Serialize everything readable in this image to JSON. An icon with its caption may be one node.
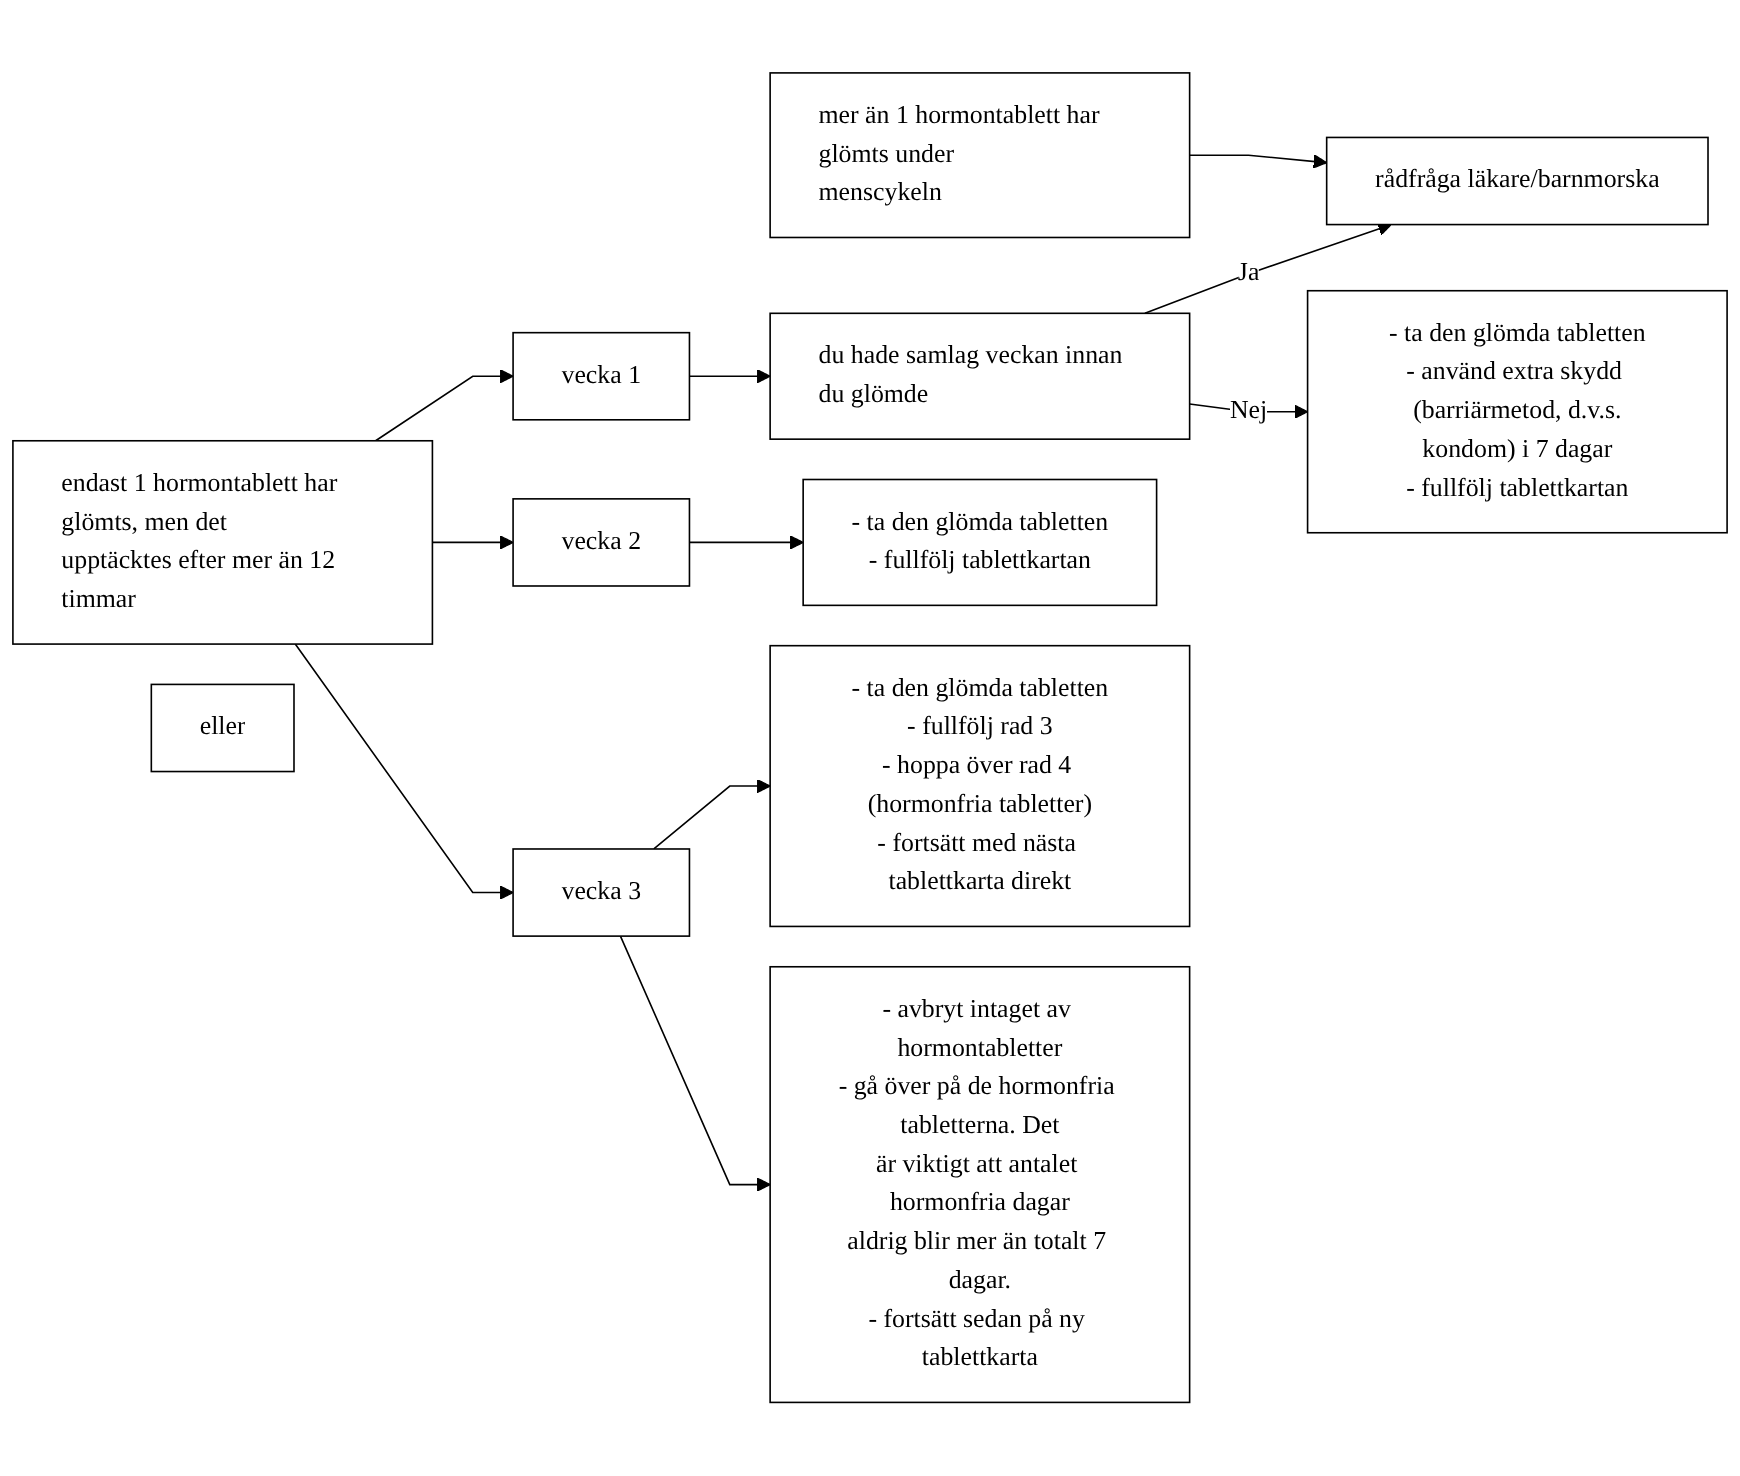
{
  "diagram": {
    "nodes": [
      {
        "text": [
          "mer än 1 hormontablett har glömts under menscykeln"
        ]
      },
      {
        "text": [
          "rådfråga läkare/barnmorska"
        ]
      },
      {
        "text": [
          "endast 1 hormontablett har glömts, men det upptäcktes efter mer än 12 timmar"
        ]
      },
      {
        "text": [
          "vecka 1"
        ]
      },
      {
        "text": [
          "du hade samlag veckan innan du glömde"
        ]
      },
      {
        "text": [
          "vecka 2"
        ]
      },
      {
        "text": [
          "vecka 3"
        ]
      },
      {
        "text": [
          "- ta den glömda tabletten",
          "- använd extra skydd (barriärmetod, d.v.s. kondom) i 7 dagar",
          "- fullfölj tablettkartan"
        ]
      },
      {
        "text": [
          "- ta den glömda tabletten",
          "- fullfölj tablettkartan"
        ]
      },
      {
        "text": [
          "- ta den glömda tabletten",
          "- fullfölj rad 3",
          "- hoppa över rad 4 (hormonfria tabletter)",
          "- fortsätt med nästa tablettkarta direkt"
        ]
      },
      {
        "text": [
          "eller"
        ]
      },
      {
        "text": [
          "- avbryt intaget av hormontabletter",
          "- gå över på de hormonfria tabletterna. Det är viktigt att antalet hormonfria dagar aldrig blir mer än totalt 7 dagar.",
          "- fortsätt sedan på ny tablettkarta"
        ]
      }
    ],
    "edges": [
      {
        "from": 0,
        "to": 1,
        "arrow": "to"
      },
      {
        "from": 2,
        "to": 3,
        "arrow": "to"
      },
      {
        "from": 2,
        "to": 5,
        "arrow": "to"
      },
      {
        "from": 2,
        "to": 6,
        "arrow": "to"
      },
      {
        "from": 3,
        "to": 4,
        "arrow": "to"
      },
      {
        "from": 4,
        "to": 1,
        "label": "Ja",
        "arrow": "to"
      },
      {
        "from": 4,
        "to": 7,
        "label": "Nej",
        "arrow": "to"
      },
      {
        "from": 5,
        "to": 8,
        "arrow": "to"
      },
      {
        "from": 6,
        "to": 9,
        "arrow": "to"
      },
      {
        "from": 6,
        "to": 11,
        "arrow": "to"
      }
    ]
  }
}
